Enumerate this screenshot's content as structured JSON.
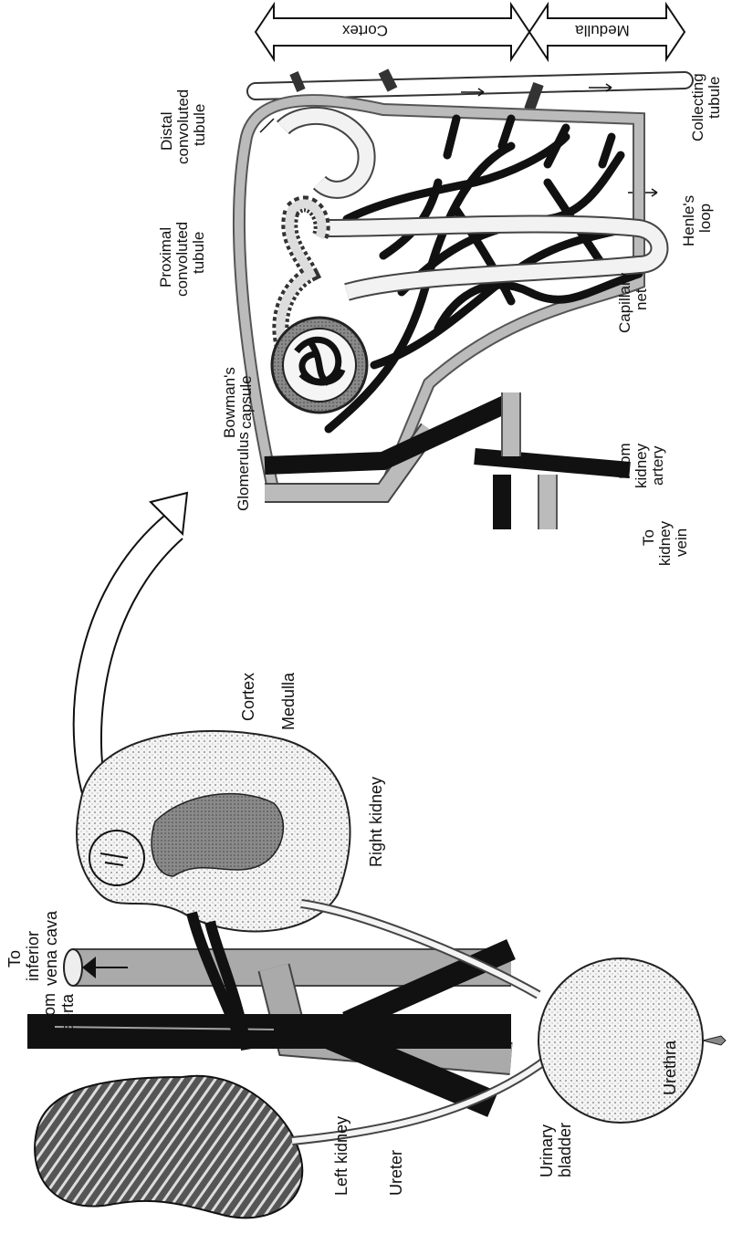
{
  "kidney_labels": {
    "left_kidney": "Left kidney",
    "ureter": "Ureter",
    "urinary_bladder_1": "Urinary",
    "urinary_bladder_2": "bladder",
    "urethra": "Urethra",
    "right_kidney": "Right kidney",
    "cortex": "Cortex",
    "medulla": "Medulla",
    "from_aorta_1": "From",
    "from_aorta_2": "aorta",
    "to_vena_cava_1": "To",
    "to_vena_cava_2": "inferior",
    "to_vena_cava_3": "vena cava"
  },
  "nephron_labels": {
    "glomerulus": "Glomerulus",
    "bowmans_1": "Bowman's",
    "bowmans_2": "capsule",
    "proximal_1": "Proximal",
    "proximal_2": "convoluted",
    "proximal_3": "tubule",
    "distal_1": "Distal",
    "distal_2": "convoluted",
    "distal_3": "tubule",
    "to_kidney_vein_1": "To",
    "to_kidney_vein_2": "kidney",
    "to_kidney_vein_3": "vein",
    "from_kidney_artery_1": "From",
    "from_kidney_artery_2": "kidney",
    "from_kidney_artery_3": "artery",
    "capillary_net_1": "Capillary",
    "capillary_net_2": "net",
    "henles_loop_1": "Henle's",
    "henles_loop_2": "loop",
    "collecting_1": "Collecting",
    "collecting_2": "tubule",
    "band_cortex": "Cortex",
    "band_medulla": "Medulla"
  }
}
